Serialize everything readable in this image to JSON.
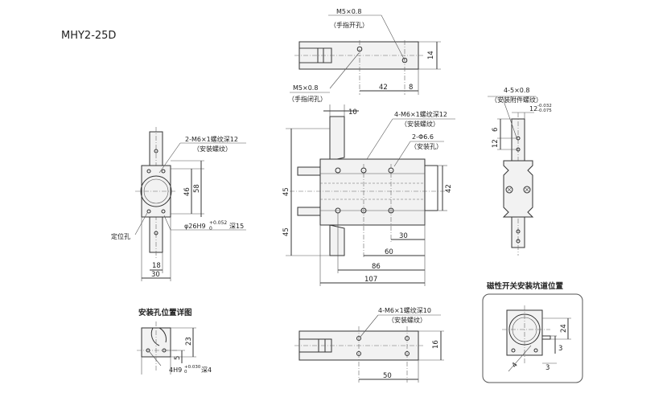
{
  "title": "MHY2-25D",
  "top_view": {
    "callout_top_main": "M5×0.8",
    "callout_top_sub": "（手指开孔）",
    "callout_bottom_main": "M5×0.8",
    "callout_bottom_sub": "（手指闭孔）",
    "dims": [
      "42",
      "8",
      "14"
    ]
  },
  "left_view": {
    "callout_thread_main": "2-M6×1螺纹深12",
    "callout_thread_sub": "（安装螺纹）",
    "bore_label": "φ26H9",
    "bore_tol": "+0.052",
    "bore_tol_low": "0",
    "bore_depth": "深15",
    "pin_label": "定位孔",
    "dims": [
      "46",
      "58",
      "18",
      "30"
    ]
  },
  "front_view": {
    "callout_thread_main": "4-M6×1螺纹深12",
    "callout_thread_sub": "（安装螺纹）",
    "callout_hole_main": "2-Φ6.6",
    "callout_hole_sub": "（安装孔）",
    "dims": [
      "10",
      "45",
      "45",
      "42",
      "30",
      "60",
      "86",
      "107"
    ]
  },
  "right_view": {
    "callout_main": "4-5×0.8",
    "callout_sub": "（安装附件螺纹）",
    "fit_label": "12",
    "fit_tol_high": "-0.032",
    "fit_tol_low": "-0.075",
    "dims": [
      "6",
      "12"
    ]
  },
  "detail_view": {
    "heading": "安装孔位置详图",
    "pin_label": "4H9",
    "pin_tol": "+0.030",
    "pin_tol_low": "0",
    "pin_depth": "深4",
    "dims": [
      "23",
      "5"
    ]
  },
  "bottom_view": {
    "callout_main": "4-M6×1螺纹深10",
    "callout_sub": "（安装螺纹）",
    "dims": [
      "16",
      "50"
    ]
  },
  "switch_view": {
    "heading": "磁性开关安装坑道位置",
    "dims": [
      "24",
      "3",
      "3",
      "4"
    ]
  }
}
